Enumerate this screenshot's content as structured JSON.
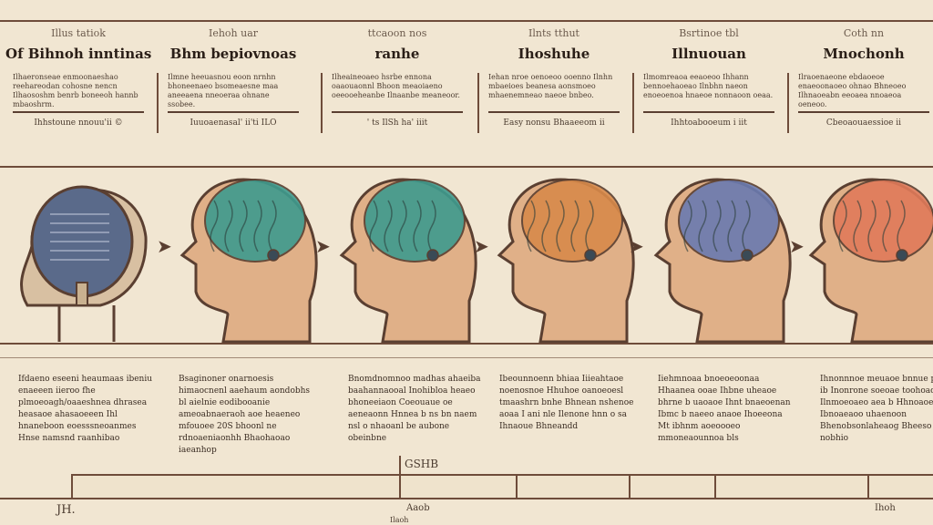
{
  "stages": [
    {
      "sup": "Illus tatiok",
      "title": "Of Bihnoh inntinas",
      "text": "Ilhaeronseae enmoonaeshao reehareodan cohosne nencn Ilhaososhm benrb boneeoh hannb mbaoshrm.",
      "caption": "Ihhstoune nnouu'ii ©",
      "desc": "Ifdaeno eseeni heaumaas ibeniu enaeeen iieroo fhe plmoeoagh/oaaeshnea dhrasea heasaoe ahasaoeeen Ihl hnaneboon eoesssneoanmes Hnse namsnd raanhibao",
      "accent": "#5a6a8a"
    },
    {
      "sup": "Iehoh uar",
      "title": "Bhm bepiovnoas",
      "text": "Ilmne heeuasnou eoon nrnhn bhoneenaeo bsomeaesne maa aneeaena nneoeraa ohnane ssobee.",
      "caption": "Iuuoaenasal' ii'ti ILO",
      "desc": "Bsaginoner onarnoesis himaocnenl aaehaum aondobhs bl aielnie eodibooanie ameoabnaeraoh aoe heaeneo mfouoee 20S bhoonl ne rdnoaeniaonhh Bhaohaoao iaeanhop",
      "accent": "#3e9a8e"
    },
    {
      "sup": "ttcaoon nos",
      "title": "ranhe",
      "text": "Ilheaineoaeo hsrbe ennona oaaouaonnl Bhoon meaoiaeno oeeooeheanbe Ilnaanbe meaneoor.",
      "caption": "' ts IlSh ha' iiit",
      "desc": "Bnomdnomnoo madhas ahaeiba baahannaooal Inohibloa heaeo bhoneeiaon Coeouaue oe aeneaonn Hnnea b ns bn naem nsl o nhaoanl be aubone obeinbne",
      "accent": "#3e9a8e"
    },
    {
      "sup": "Ilnts tthut",
      "title": "Ihoshuhe",
      "text": "Iehan nroe oenoeoo ooenno Ilnhn mbaeioes beanesa aonsmoeo mhaenemneao naeoe bnbeo.",
      "caption": "Easy nonsu Bhaaeeom ii",
      "desc": "Ibeounnoenn bhiaa Iiieahtaoe noenosnoe Hhuhoe oanoeoesl tmaashrn bnhe Bhnean nshenoe aoaa I ani nle Ilenone hnn o sa Ihnaoue Bhneandd",
      "accent": "#d88a4a"
    },
    {
      "sup": "Bsrtinoe tbl",
      "title": "Illnuouan",
      "text": "Ilmomreaoa eeaoeoo Ihhann bennoehaoeao Ilnbhn naeon enoeoenoa hnaeoe nonnaoon oeaa.",
      "caption": "Ihhtoabooeum i iit",
      "desc": "Iiehmnoaa bnoeoeoonaa Hhaanea ooae Ihbne uheaoe bhrne b uaoaoe Ihnt bnaeoenan Ibmc b naeeo anaoe Ihoeeona Mt ibhnm aoeoooeo mmoneaounnoa bls",
      "accent": "#6a7ab0"
    },
    {
      "sup": "Coth nn",
      "title": "Mnochonh",
      "text": "Ilraoenaeone ebdaoeoe enaeoonaoeo ohnao Bhneoeo Ilhnaoeabn eeoaea nnoaeoa oeneoo.",
      "caption": "Cbeoaouaessioe ii",
      "desc": "Ihnonnnoe meuaoe bnnue pueoe ib Inonrone soeoae toohoaoe Ilnmoeoaeo aea b Hhnoaoe Ibnoaeaoo uhaenoon Bhenobsonlaheaog Bheeso ohne nobhio",
      "accent": "#e07a5a"
    }
  ],
  "footer": {
    "left": "JH.",
    "center": "GSHB",
    "right": "Ihoh",
    "mid_label": "Aaob",
    "bottom": "Ilaoh"
  }
}
